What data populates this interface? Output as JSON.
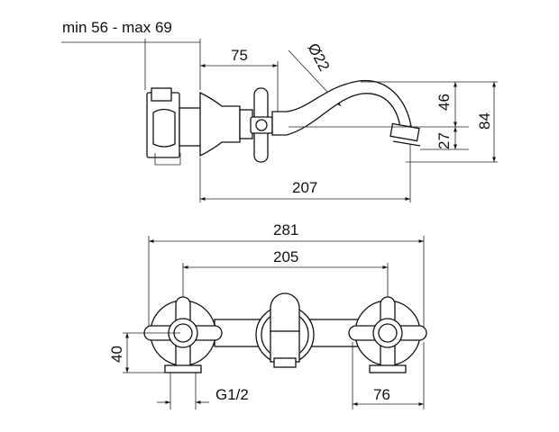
{
  "side_view": {
    "depth_label": "min 56 - max 69",
    "offset_label": "75",
    "diameter_label": "Ø22",
    "spout_height_label": "46",
    "outlet_height_label": "27",
    "total_height_label": "84",
    "reach_label": "207"
  },
  "front_view": {
    "overall_width_label": "281",
    "centers_label": "205",
    "handle_height_label": "40",
    "thread_label": "G1/2",
    "handle_width_label": "76"
  },
  "colors": {
    "line": "#111111",
    "background": "#ffffff"
  }
}
